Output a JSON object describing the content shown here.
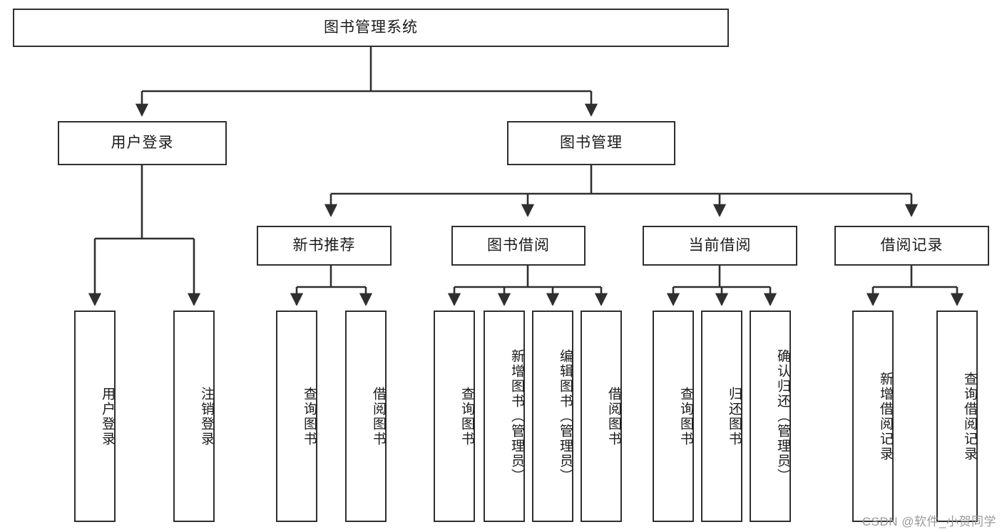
{
  "diagram": {
    "title": "图书管理系统",
    "type": "tree-hierarchy",
    "style": {
      "box_border_color": "#2f2f2f",
      "box_fill_color": "#ffffff",
      "text_color": "#1a1a1a",
      "edge_color": "#2f2f2f"
    },
    "levels": {
      "root": {
        "label": "图书管理系统"
      },
      "level2": [
        {
          "label": "用户登录"
        },
        {
          "label": "图书管理"
        }
      ],
      "level3": [
        {
          "label": "新书推荐"
        },
        {
          "label": "图书借阅"
        },
        {
          "label": "当前借阅"
        },
        {
          "label": "借阅记录"
        }
      ],
      "leaves": {
        "user_login": [
          {
            "label": "用户登录"
          },
          {
            "label": "注销登录"
          }
        ],
        "new_book_recommend": [
          {
            "label": "查询图书"
          },
          {
            "label": "借阅图书"
          }
        ],
        "book_borrow": [
          {
            "label": "查询图书"
          },
          {
            "label": "新增图书（管理员）"
          },
          {
            "label": "编辑图书（管理员）"
          },
          {
            "label": "借阅图书"
          }
        ],
        "current_borrow": [
          {
            "label": "查询图书"
          },
          {
            "label": "归还图书"
          },
          {
            "label": "确认归还（管理员）"
          }
        ],
        "borrow_record": [
          {
            "label": "新增借阅记录"
          },
          {
            "label": "查询借阅记录"
          }
        ]
      }
    }
  },
  "watermark": {
    "text": "CSDN @软件_小贺同学"
  }
}
